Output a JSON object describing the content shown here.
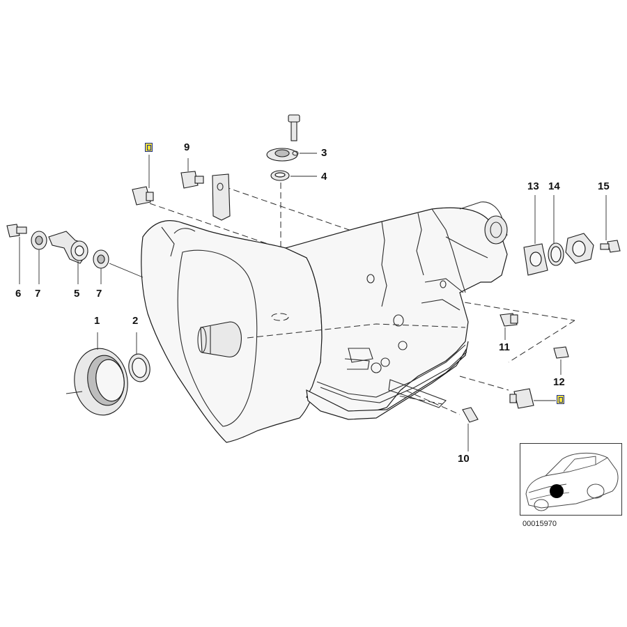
{
  "diagram": {
    "reference_number": "00015970",
    "callouts": {
      "c1": "1",
      "c2": "2",
      "c3": "3",
      "c4": "4",
      "c5": "5",
      "c6": "6",
      "c7a": "7",
      "c7b": "7",
      "c9": "9",
      "c10": "10",
      "c11": "11",
      "c12": "12",
      "c13": "13",
      "c14": "14",
      "c15": "15"
    },
    "marker_color": "#f3e23a",
    "marker_border_color": "#1e2f8f",
    "inset_icon": "car-location-icon"
  }
}
